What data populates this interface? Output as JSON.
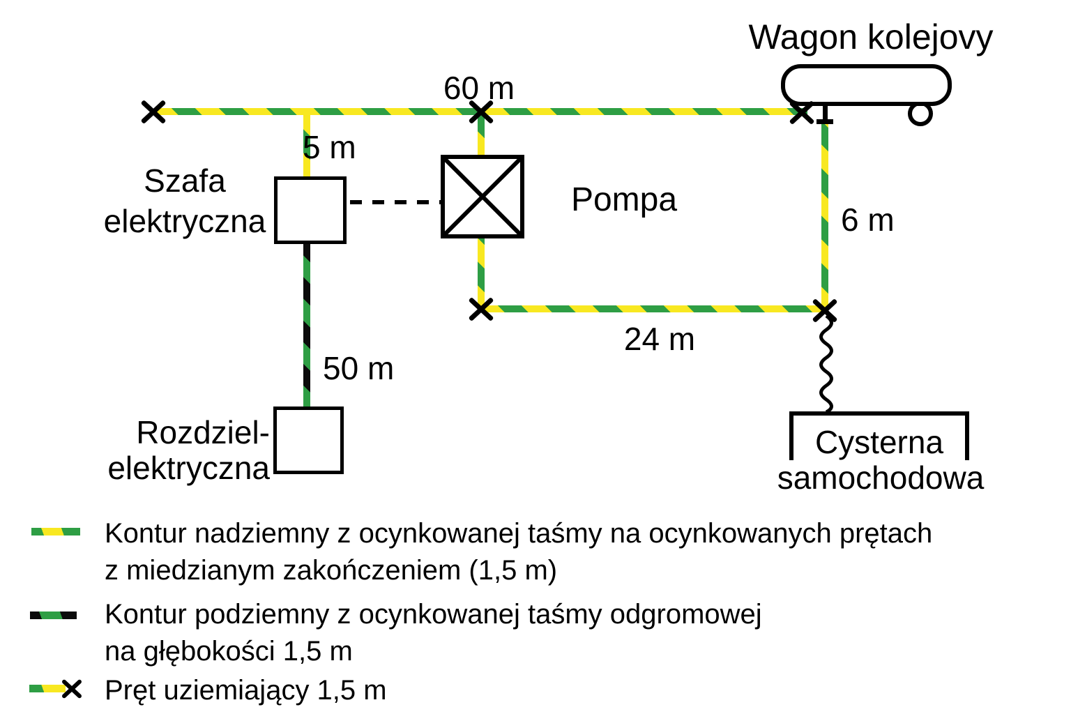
{
  "colors": {
    "tape_green": "#2e9e44",
    "tape_yellow": "#f8e821",
    "tape_black": "#0b0b0b",
    "line_black": "#000000",
    "background": "#ffffff"
  },
  "diagram": {
    "wagon_label": "Wagon kolejovy",
    "szafa": [
      "Szafa",
      "elektryczna"
    ],
    "pompa": "Pompa",
    "rozdziel": [
      "Rozdziel-",
      "elektryczna"
    ],
    "cysterna": [
      "Cysterna",
      "samochodowa"
    ],
    "dims": {
      "top": "60 m",
      "branch": "5 m",
      "right": "6 m",
      "bottom": "24 m",
      "underground": "50 m"
    }
  },
  "legend": {
    "items": [
      {
        "symbol": "aboveground-tape",
        "lines": [
          "Kontur nadziemny z ocynkowanej taśmy na ocynkowanych prętach",
          "z miedzianym zakończeniem (1,5 m)"
        ]
      },
      {
        "symbol": "underground-tape",
        "lines": [
          "Kontur podziemny z ocynkowanej taśmy odgromowej",
          "na głębokości 1,5 m"
        ]
      },
      {
        "symbol": "ground-rod",
        "lines": [
          "Pręt uziemiający 1,5 m"
        ]
      }
    ]
  }
}
